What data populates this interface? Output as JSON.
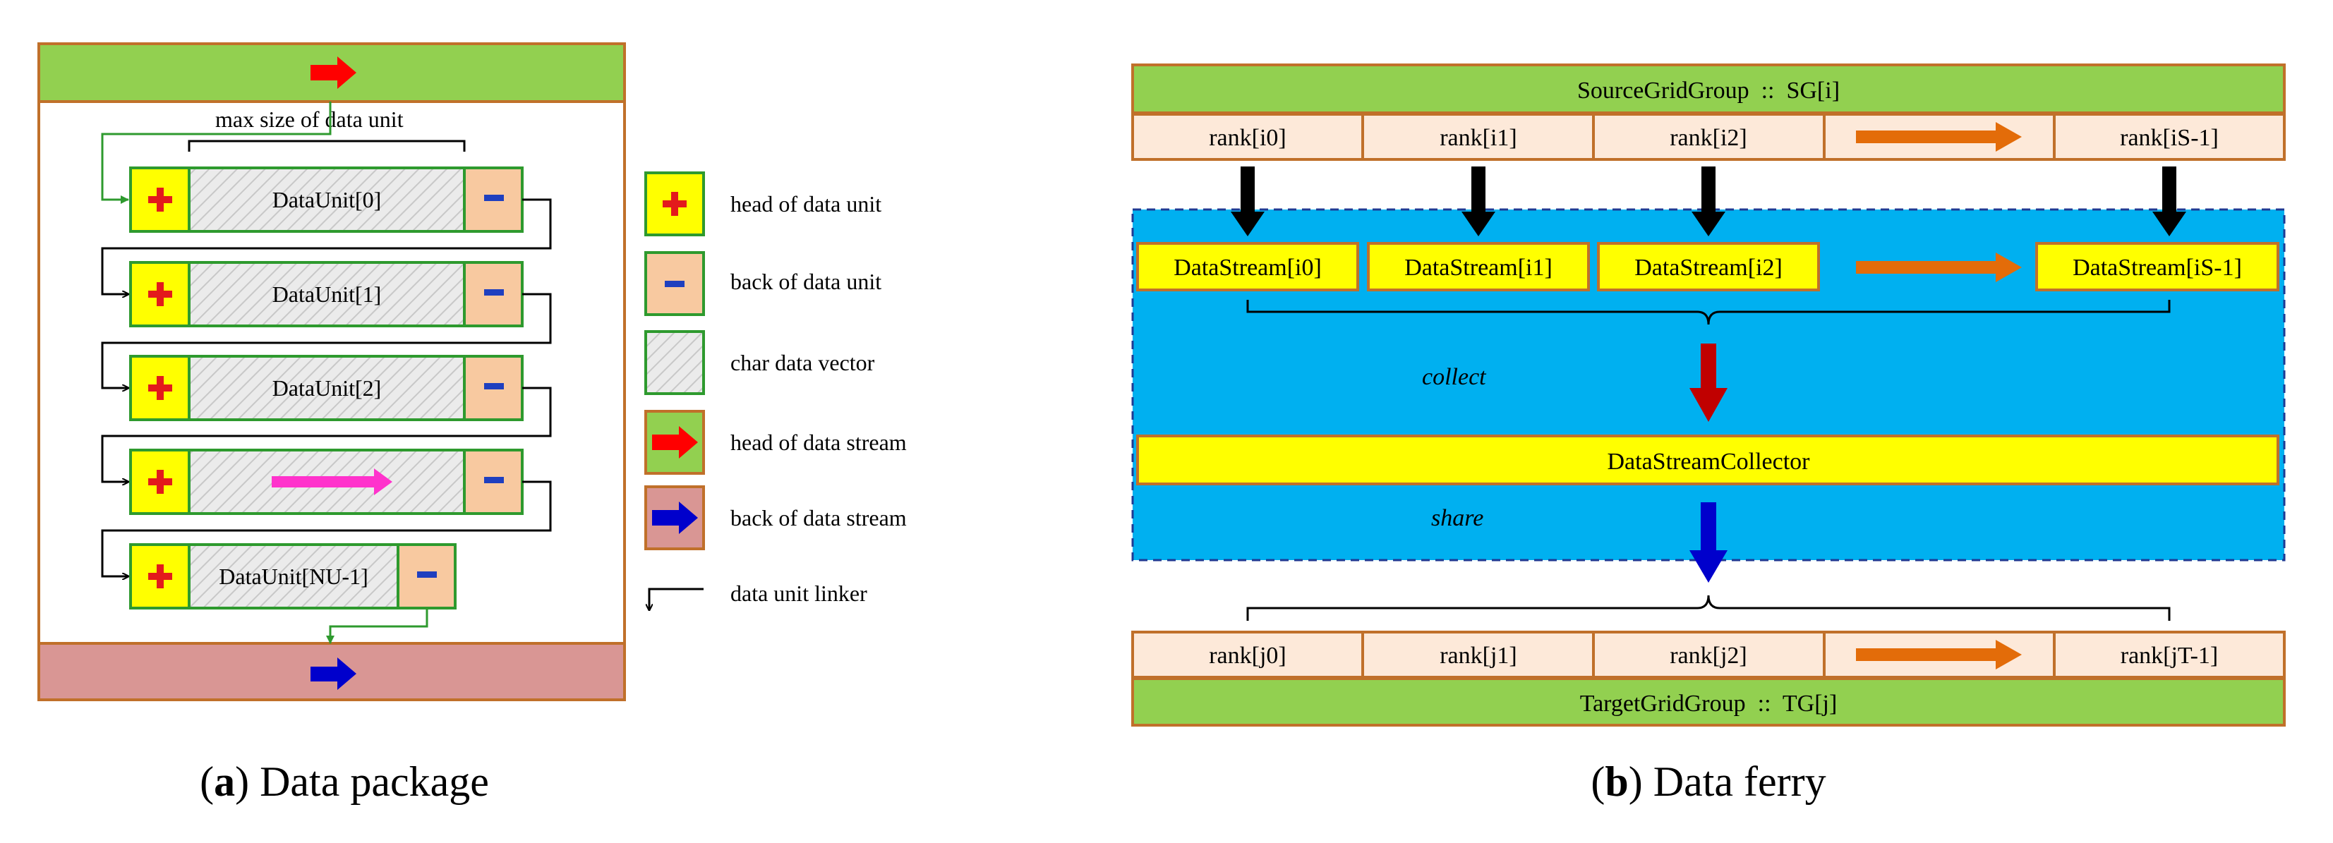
{
  "panel_a": {
    "caption_letter": "a",
    "caption_text": "Data package",
    "max_size_label": "max size of data unit",
    "units": [
      "DataUnit[0]",
      "DataUnit[1]",
      "DataUnit[2]",
      "",
      "DataUnit[NU-1]"
    ],
    "legend": [
      {
        "kind": "head-unit",
        "label": "head of data unit"
      },
      {
        "kind": "back-unit",
        "label": "back of data unit"
      },
      {
        "kind": "char-vector",
        "label": "char data vector"
      },
      {
        "kind": "head-stream",
        "label": "head of data stream"
      },
      {
        "kind": "back-stream",
        "label": "back of data stream"
      },
      {
        "kind": "linker",
        "label": "data unit linker"
      }
    ],
    "colors": {
      "head": "#ffff00",
      "back": "#f8c9a0",
      "stream_head": "#92d050",
      "stream_back": "#d99694",
      "border": "#2e9a2e",
      "frame": "#c0702a",
      "plus": "#e31a1c",
      "minus": "#1f3fbf",
      "red_arrow": "#ff0000",
      "blue_arrow": "#0000cc",
      "pink_arrow": "#ff33cc",
      "hatch": "#c8c8c8"
    }
  },
  "panel_b": {
    "caption_letter": "b",
    "caption_text": "Data ferry",
    "source_group": "SourceGridGroup  ::  SG[i]",
    "source_ranks": [
      "rank[i0]",
      "rank[i1]",
      "rank[i2]",
      "",
      "rank[iS-1]"
    ],
    "streams": [
      "DataStream[i0]",
      "DataStream[i1]",
      "DataStream[i2]",
      "",
      "DataStream[iS-1]"
    ],
    "collect_label": "collect",
    "collector_label": "DataStreamCollector",
    "share_label": "share",
    "target_ranks": [
      "rank[j0]",
      "rank[j1]",
      "rank[j2]",
      "",
      "rank[jT-1]"
    ],
    "target_group": "TargetGridGroup  ::  TG[j]",
    "colors": {
      "group": "#92d050",
      "rank": "#fde9d9",
      "frame": "#c0702a",
      "field": "#00b0f0",
      "stream": "#ffff00",
      "orange_arrow": "#e36c09",
      "collect_arrow": "#c00000",
      "share_arrow": "#0000cc"
    }
  }
}
